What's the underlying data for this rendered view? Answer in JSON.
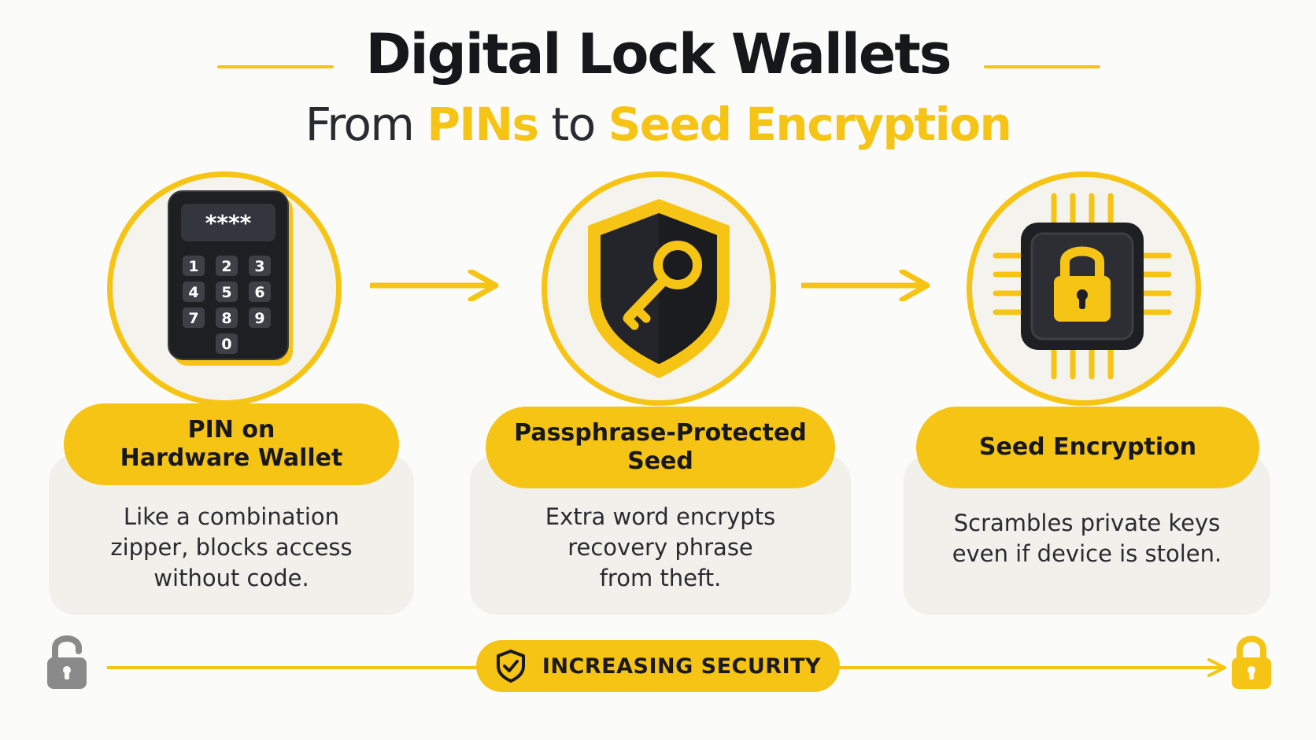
{
  "header": {
    "title": "Digital Lock Wallets",
    "subtitle_prefix": "From ",
    "subtitle_accent_1": "PINs",
    "subtitle_middle": " to ",
    "subtitle_accent_2": "Seed Encryption"
  },
  "steps": [
    {
      "icon": "pin-keypad-icon",
      "keypad": {
        "display": "****",
        "keys": [
          "1",
          "2",
          "3",
          "4",
          "5",
          "6",
          "7",
          "8",
          "9",
          "0"
        ]
      },
      "title_lines": [
        "PIN on",
        "Hardware Wallet"
      ],
      "desc_lines": [
        "Like a combination",
        "zipper, blocks access",
        "without code."
      ]
    },
    {
      "icon": "shield-key-icon",
      "title_lines": [
        "Passphrase-Protected",
        "Seed"
      ],
      "desc_lines": [
        "Extra word encrypts",
        "recovery phrase",
        "from theft."
      ]
    },
    {
      "icon": "encrypted-chip-icon",
      "title_lines": [
        "Seed Encryption"
      ],
      "desc_lines": [
        "Scrambles private keys",
        "even if device is stolen."
      ]
    }
  ],
  "footer": {
    "label": "INCREASING SECURITY",
    "start_icon": "unlocked-padlock-icon",
    "end_icon": "locked-padlock-icon",
    "badge_icon": "shield-check-icon"
  },
  "colors": {
    "accent": "#f6c414",
    "dark": "#1e1f23",
    "card": "#f1f0eb",
    "unlocked_gray": "#8a8a8a"
  }
}
